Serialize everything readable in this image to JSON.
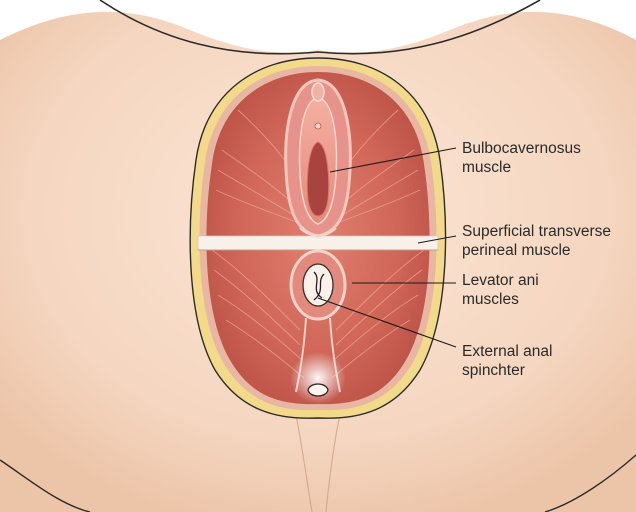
{
  "labels": {
    "bulbocavernosus": {
      "line1": "Bulbocavernosus",
      "line2": "muscle"
    },
    "transverse": {
      "line1": "Superficial transverse",
      "line2": "perineal muscle"
    },
    "levator": {
      "line1": "Levator ani",
      "line2": "muscles"
    },
    "anal": {
      "line1": "External anal",
      "line2": "spinchter"
    }
  },
  "colors": {
    "skin": "#f7dcc7",
    "skin_shadow": "#e9bfa3",
    "fat_rim": "#f3d98a",
    "muscle": "#d46a5c",
    "muscle_dark": "#b8473f",
    "muscle_light": "#f0a99a",
    "band": "#f5efe6",
    "leader": "#1a1a1a",
    "text": "#2a2a2a"
  }
}
